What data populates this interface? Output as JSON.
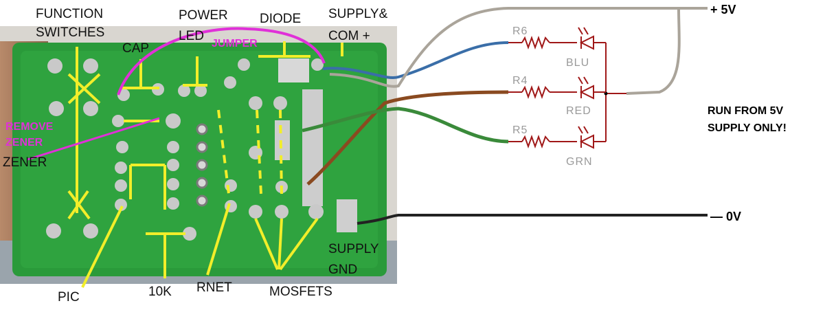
{
  "labels": {
    "function_switches_1": "FUNCTION",
    "function_switches_2": "SWITCHES",
    "power_led_1": "POWER",
    "power_led_2": "LED",
    "diode": "DIODE",
    "supply_com_1": "SUPPLY&",
    "supply_com_2": "COM +",
    "cap": "CAP",
    "jumper": "JUMPER",
    "remove_zener_1": "REMOVE",
    "remove_zener_2": "ZENER",
    "zener": "ZENER",
    "pic": "PIC",
    "ten_k": "10K",
    "rnet": "RNET",
    "mosfets": "MOSFETS",
    "supply_gnd_1": "SUPPLY",
    "supply_gnd_2": "GND"
  },
  "schematic": {
    "plus_rail": "+ 5V",
    "minus_rail": "— 0V",
    "note_1": "RUN FROM 5V",
    "note_2": "SUPPLY ONLY!",
    "channels": [
      {
        "resistor": "R6",
        "led": "BLU",
        "wire_color": "#3a6ea8"
      },
      {
        "resistor": "R4",
        "led": "RED",
        "wire_color": "#8a4a20"
      },
      {
        "resistor": "R5",
        "led": "GRN",
        "wire_color": "#3a8a3a"
      }
    ],
    "schematic_color": "#a01818",
    "supply_wire_color": "#aaa49a",
    "ground_wire_color": "#222222"
  },
  "colors": {
    "pcb": "#2a9a3a",
    "annotation_yellow": "#f2ee2a",
    "annotation_magenta": "#e030d8"
  }
}
